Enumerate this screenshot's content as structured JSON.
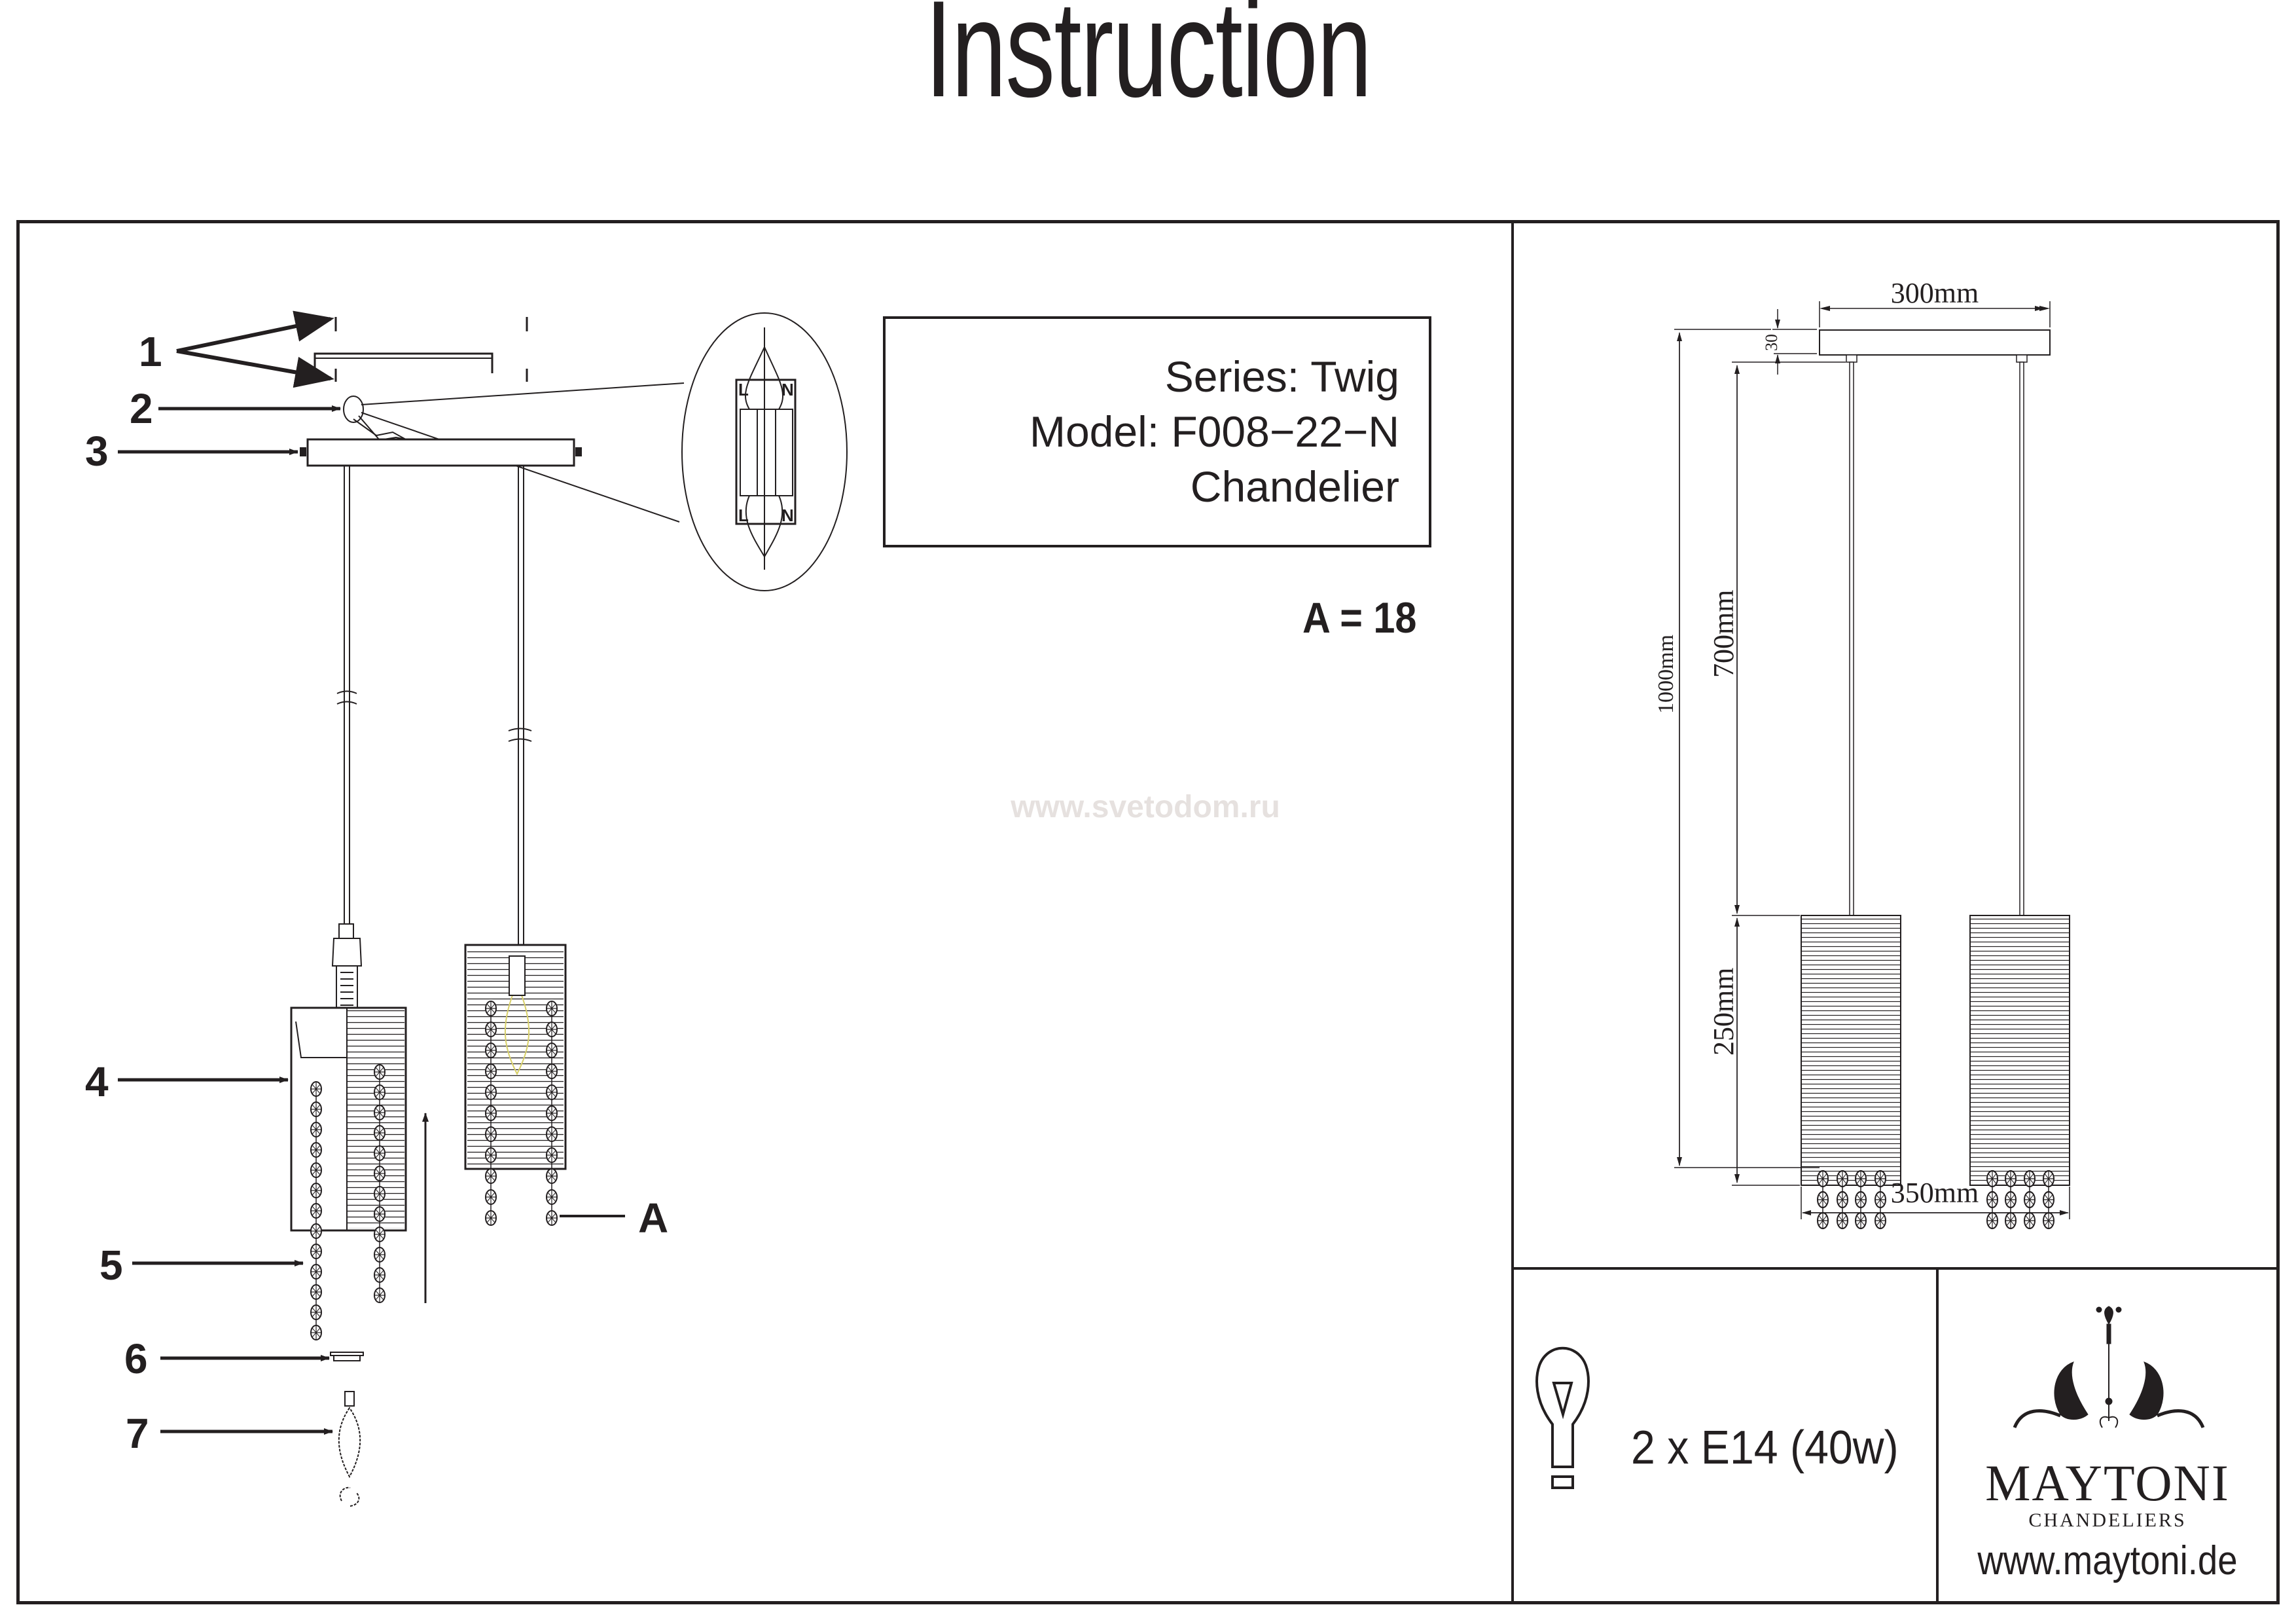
{
  "title": "Instruction",
  "product": {
    "series": "Series: Twig",
    "model": "Model: F008−22−N",
    "type": "Chandelier"
  },
  "crystal_count": "A = 18",
  "assembly": {
    "callouts": [
      "1",
      "2",
      "3",
      "4",
      "5",
      "6",
      "7",
      "A"
    ],
    "wiring_terminal_labels": [
      "L",
      "N",
      "L",
      "N"
    ]
  },
  "watermark": "www.svetodom.ru",
  "dimensions": {
    "canopy_width": "300mm",
    "canopy_height": "30",
    "total_height": "1000mm",
    "cord_length": "700mm",
    "shade_height": "250mm",
    "total_width": "350mm"
  },
  "bulb": {
    "icon": "light-bulb-icon",
    "spec": "2 x E14 (40w)"
  },
  "brand": {
    "logo": "maytoni-chandelier-logo",
    "name": "MAYTONI",
    "subtitle": "CHANDELIERS",
    "url": "www.maytoni.de"
  }
}
